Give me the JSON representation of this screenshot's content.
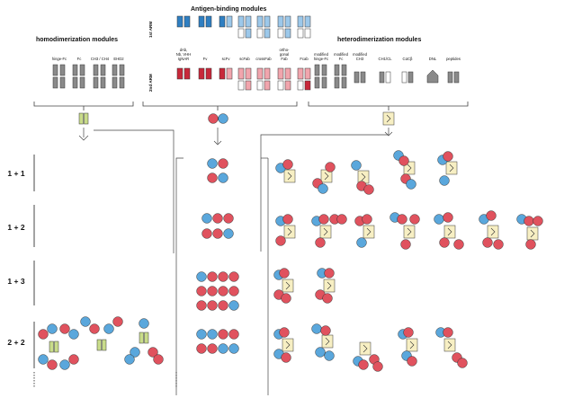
{
  "headers": {
    "antigen": "Antigen-binding modules",
    "homo": "homodimerization modules",
    "hetero": "heterodimerization modules",
    "arm1": "1st ARM",
    "arm2": "2nd ARM"
  },
  "homo_labels": [
    "hinge-Fc",
    "Fc",
    "CH3 / CH4",
    "EHD2"
  ],
  "antigen_labels": [
    [
      "dAb,",
      "Nb, VHH",
      "IgNAR"
    ],
    [
      "Fv"
    ],
    [
      "scFv"
    ],
    [
      "scFab"
    ],
    [
      "crossFab"
    ],
    [
      "ortho-",
      "gonal",
      "Fab"
    ],
    [
      "Fcab"
    ]
  ],
  "hetero_labels": [
    [
      "modified",
      "hinge-Fc"
    ],
    [
      "modified",
      "Fc"
    ],
    [
      "modified",
      "CH3"
    ],
    [
      "CH1/CL"
    ],
    [
      "CαCβ"
    ],
    [
      "DNL"
    ],
    [
      "peptides"
    ]
  ],
  "rows": [
    "1 + 1",
    "1 + 2",
    "1 + 3",
    "2 + 2"
  ],
  "colors": {
    "green": "#c9dc8a",
    "cream": "#f7efc3",
    "red": "#e0525e",
    "blue": "#5aa7dc",
    "darkblue": "#2f7fc2",
    "lightblue": "#9cc8ea",
    "darkred": "#c8283a",
    "pink": "#f1a5ad",
    "gray": "#8a8a8a"
  }
}
